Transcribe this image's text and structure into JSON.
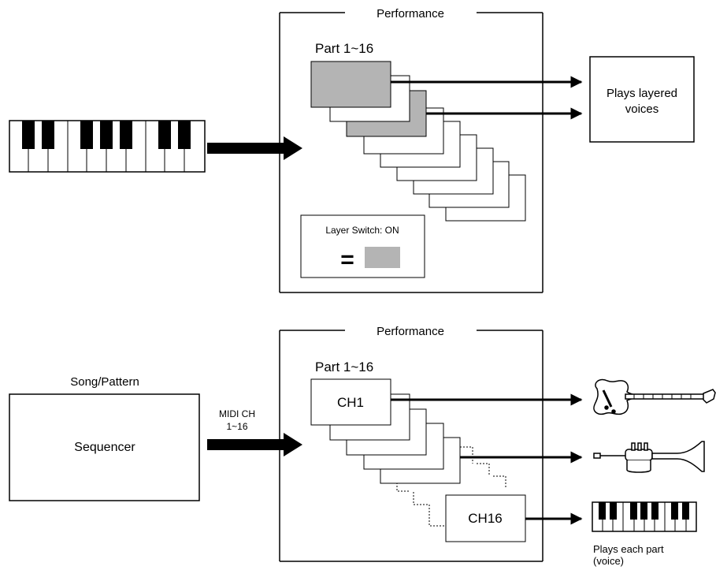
{
  "top": {
    "performance_label": "Performance",
    "parts_label": "Part 1~16",
    "output_label_line1": "Plays layered",
    "output_label_line2": "voices",
    "layer_switch_label": "Layer Switch: ON",
    "equals_sign": "="
  },
  "bottom": {
    "performance_label": "Performance",
    "parts_label": "Part 1~16",
    "song_pattern_label": "Song/Pattern",
    "sequencer_label": "Sequencer",
    "midi_label_line1": "MIDI CH",
    "midi_label_line2": "1~16",
    "first_part_label": "CH1",
    "last_part_label": "CH16",
    "output_caption_line1": "Plays each part",
    "output_caption_line2": "(voice)"
  },
  "icons": [
    "keyboard-icon",
    "guitar-icon",
    "trumpet-icon",
    "keyboard-icon"
  ],
  "colors": {
    "highlight": "#b4b4b4",
    "line": "#000000",
    "background": "#ffffff"
  }
}
